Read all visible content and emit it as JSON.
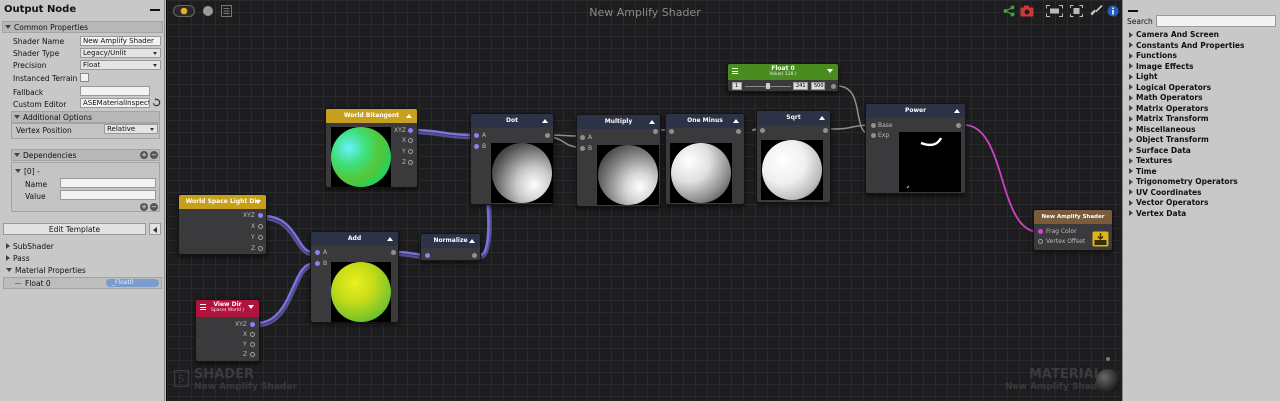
{
  "left_panel": {
    "title": "Output Node",
    "common_properties": "Common Properties",
    "shader_name_label": "Shader Name",
    "shader_name_value": "New Amplify Shader",
    "shader_type_label": "Shader Type",
    "shader_type_value": "Legacy/Unlit",
    "precision_label": "Precision",
    "precision_value": "Float",
    "instanced_terrain_label": "Instanced Terrain",
    "fallback_label": "Fallback",
    "fallback_value": "",
    "custom_editor_label": "Custom Editor",
    "custom_editor_value": "ASEMaterialInspect",
    "additional_options": "Additional Options",
    "vertex_position_label": "Vertex Position",
    "vertex_position_value": "Relative",
    "dependencies": "Dependencies",
    "dep_item": "[0] -",
    "dep_name_label": "Name",
    "dep_value_label": "Value",
    "edit_template": "Edit Template",
    "subshader": "SubShader",
    "pass": "Pass",
    "material_properties": "Material Properties",
    "float0_label": "Float 0",
    "float0_value": "_Float0"
  },
  "canvas": {
    "title": "New Amplify Shader",
    "watermark_left_big": "SHADER",
    "watermark_left_small": "New Amplify Shader",
    "watermark_right_big": "MATERIAL",
    "watermark_right_small": "New Amplify Shader"
  },
  "nodes": {
    "world_bitangent": {
      "title": "World Bitangent",
      "ports": [
        "XYZ",
        "X",
        "Y",
        "Z"
      ]
    },
    "world_space_light_dir": {
      "title": "World Space Light Dir",
      "ports": [
        "XYZ",
        "X",
        "Y",
        "Z"
      ]
    },
    "view_dir": {
      "title": "View Dir",
      "subtitle": "Space( World )",
      "ports": [
        "XYZ",
        "X",
        "Y",
        "Z"
      ]
    },
    "add": {
      "title": "Add",
      "in": [
        "A",
        "B"
      ]
    },
    "normalize": {
      "title": "Normalize"
    },
    "dot": {
      "title": "Dot",
      "in": [
        "A",
        "B"
      ]
    },
    "multiply": {
      "title": "Multiply",
      "in": [
        "A",
        "B"
      ]
    },
    "one_minus": {
      "title": "One Minus"
    },
    "sqrt": {
      "title": "Sqrt"
    },
    "float0": {
      "title": "Float 0",
      "subtitle": "Value( 128 )",
      "min": "1",
      "value": "241",
      "max": "500"
    },
    "power": {
      "title": "Power",
      "in": [
        "Base",
        "Exp"
      ]
    },
    "output": {
      "title": "New Amplify Shader",
      "in": [
        "Frag Color",
        "Vertex Offset"
      ]
    }
  },
  "right_panel": {
    "search_label": "Search",
    "search_value": "",
    "categories": [
      "Camera And Screen",
      "Constants And Properties",
      "Functions",
      "Image Effects",
      "Light",
      "Logical Operators",
      "Math Operators",
      "Matrix Operators",
      "Matrix Transform",
      "Miscellaneous",
      "Object Transform",
      "Surface Data",
      "Textures",
      "Time",
      "Trigonometry Operators",
      "UV Coordinates",
      "Vector Operators",
      "Vertex Data"
    ]
  },
  "colors": {
    "wire": "#8a82ee",
    "wire_output": "#d040c8",
    "header_world_bitangent": "#c8a020",
    "header_light_dir": "#c8a018",
    "header_view_dir": "#b0143c",
    "header_operator": "#2c3346",
    "header_float": "#4a8c20",
    "header_output": "#7a5c3c"
  }
}
